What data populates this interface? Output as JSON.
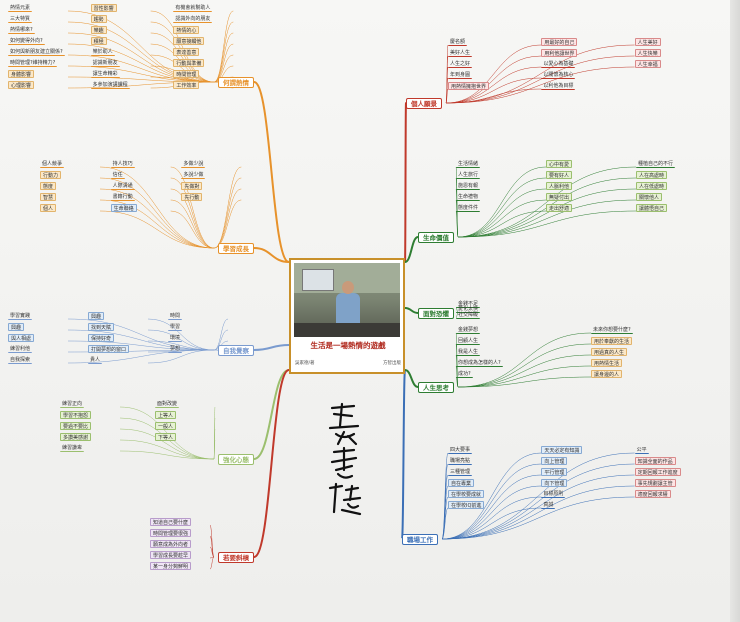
{
  "center": {
    "title": "生活是一場熱情的遊戲",
    "author": "吳家德/著",
    "publisher": "方智出版"
  },
  "signature": "吳家德",
  "branches": [
    {
      "label": "何謂熱情",
      "color": "#e7922b",
      "nodes": [
        {
          "t": "熱情元素",
          "k": "plain"
        },
        {
          "t": "三大特質",
          "k": "plain"
        },
        {
          "t": "熱情哪來?",
          "k": "plain"
        },
        {
          "t": "如何變得外向?",
          "k": "plain"
        },
        {
          "t": "如何與新朋友建立關係?",
          "k": "plain"
        },
        {
          "t": "時間管理?維持精力?",
          "k": "plain"
        },
        {
          "t": "身體影響",
          "k": "tan"
        },
        {
          "t": "心理影響",
          "k": "tan"
        },
        {
          "t": "習性影響",
          "k": "tan"
        },
        {
          "t": "趨勢",
          "k": "tan"
        },
        {
          "t": "樂趣",
          "k": "tan"
        },
        {
          "t": "積極",
          "k": "tan"
        },
        {
          "t": "樂於助人",
          "k": "plain"
        },
        {
          "t": "認識新朋友",
          "k": "plain"
        },
        {
          "t": "讓生命精彩",
          "k": "plain"
        },
        {
          "t": "多參加演講課程",
          "k": "plain"
        },
        {
          "t": "有機會就幫助人",
          "k": "plain"
        },
        {
          "t": "認識外向的朋友",
          "k": "plain"
        },
        {
          "t": "熱情的心",
          "k": "tan"
        },
        {
          "t": "願意接觸他",
          "k": "tan"
        },
        {
          "t": "表達善意",
          "k": "tan"
        },
        {
          "t": "行動與準備",
          "k": "tan"
        },
        {
          "t": "時間管理",
          "k": "tan"
        },
        {
          "t": "工作效率",
          "k": "tan"
        }
      ]
    },
    {
      "label": "學習成長",
      "color": "#e7922b",
      "nodes": [
        {
          "t": "個人競爭",
          "k": "plain"
        },
        {
          "t": "行動力",
          "k": "tan"
        },
        {
          "t": "態度",
          "k": "tan"
        },
        {
          "t": "智慧",
          "k": "tan"
        },
        {
          "t": "個人",
          "k": "tan"
        },
        {
          "t": "持人技巧",
          "k": "plain"
        },
        {
          "t": "信任",
          "k": "plain"
        },
        {
          "t": "人際溝通",
          "k": "plain"
        },
        {
          "t": "書籍行動",
          "k": "plain"
        },
        {
          "t": "生命聯絡",
          "k": "blu"
        },
        {
          "t": "多做少說",
          "k": "plain"
        },
        {
          "t": "多說少做",
          "k": "plain"
        },
        {
          "t": "先做對",
          "k": "tan"
        },
        {
          "t": "先行動",
          "k": "tan"
        }
      ]
    },
    {
      "label": "自我覺察",
      "color": "#7a9bcf",
      "nodes": [
        {
          "t": "學習實踐",
          "k": "plain"
        },
        {
          "t": "興趣",
          "k": "blu"
        },
        {
          "t": "與人相處",
          "k": "blu"
        },
        {
          "t": "練習利他",
          "k": "plain"
        },
        {
          "t": "自我探索",
          "k": "plain"
        },
        {
          "t": "興趣",
          "k": "blu"
        },
        {
          "t": "找到天賦",
          "k": "blu"
        },
        {
          "t": "保持好奇",
          "k": "blu"
        },
        {
          "t": "打開夢想的窗口",
          "k": "blu"
        },
        {
          "t": "貴人",
          "k": "plain"
        },
        {
          "t": "時間",
          "k": "plain"
        },
        {
          "t": "學習",
          "k": "plain"
        },
        {
          "t": "環境",
          "k": "plain"
        },
        {
          "t": "夢想",
          "k": "plain"
        }
      ]
    },
    {
      "label": "強化心態",
      "color": "#9bbf6e",
      "nodes": [
        {
          "t": "練習正向",
          "k": "plain"
        },
        {
          "t": "學習不抱怨",
          "k": "grn"
        },
        {
          "t": "要過不要比",
          "k": "grn"
        },
        {
          "t": "多讚美感謝",
          "k": "grn"
        },
        {
          "t": "練習謙卑",
          "k": "plain"
        },
        {
          "t": "面對改變",
          "k": "plain"
        },
        {
          "t": "上等人",
          "k": "grn"
        },
        {
          "t": "一般人",
          "k": "grn"
        },
        {
          "t": "下等人",
          "k": "grn"
        }
      ]
    },
    {
      "label": "若要斜槓",
      "color": "#c0392b",
      "nodes": [
        {
          "t": "知道自己要什麼",
          "k": "lav"
        },
        {
          "t": "時間管理要很強",
          "k": "lav"
        },
        {
          "t": "願意成為外向者",
          "k": "lav"
        },
        {
          "t": "學習成長要趁早",
          "k": "lav"
        },
        {
          "t": "某一身分夠鮮明",
          "k": "lav"
        }
      ]
    },
    {
      "label": "個人願景",
      "color": "#c0392b",
      "nodes": [
        {
          "t": "慶名額",
          "k": "plain"
        },
        {
          "t": "美好人生",
          "k": "plain"
        },
        {
          "t": "人生之好",
          "k": "plain"
        },
        {
          "t": "年到身圓",
          "k": "plain"
        },
        {
          "t": "用熱情擁抱世界",
          "k": "red"
        },
        {
          "t": "用最好的自己",
          "k": "red"
        },
        {
          "t": "用利他讓世界",
          "k": "red"
        },
        {
          "t": "以愛心為基礎",
          "k": "plain"
        },
        {
          "t": "以關懷為核心",
          "k": "plain"
        },
        {
          "t": "以利他為目標",
          "k": "plain"
        },
        {
          "t": "人生美好",
          "k": "red"
        },
        {
          "t": "人生快樂",
          "k": "red"
        },
        {
          "t": "人生幸福",
          "k": "red"
        }
      ]
    },
    {
      "label": "生命價值",
      "color": "#2e7d32",
      "nodes": [
        {
          "t": "生活情緒",
          "k": "plain"
        },
        {
          "t": "人生旅行",
          "k": "plain"
        },
        {
          "t": "施恩有報",
          "k": "plain"
        },
        {
          "t": "生命禮物",
          "k": "plain"
        },
        {
          "t": "態度件件",
          "k": "plain"
        },
        {
          "t": "心中有愛",
          "k": "grn"
        },
        {
          "t": "要有好人",
          "k": "grn"
        },
        {
          "t": "人脈利他",
          "k": "grn"
        },
        {
          "t": "無疑付出",
          "k": "grn"
        },
        {
          "t": "走出舒適",
          "k": "grn"
        },
        {
          "t": "種植自己的不行",
          "k": "plain"
        },
        {
          "t": "人在高處時",
          "k": "grn"
        },
        {
          "t": "人在低處時",
          "k": "grn"
        },
        {
          "t": "關懷他人",
          "k": "grn"
        },
        {
          "t": "讓體悟自己",
          "k": "grn"
        }
      ]
    },
    {
      "label": "面對恐懼",
      "color": "#2e7d32",
      "nodes": [
        {
          "t": "金錢不足",
          "k": "plain"
        },
        {
          "t": "愛化太快",
          "k": "plain"
        },
        {
          "t": "社交障礙",
          "k": "plain"
        }
      ]
    },
    {
      "label": "人生思考",
      "color": "#2e7d32",
      "nodes": [
        {
          "t": "金錢夢想",
          "k": "plain"
        },
        {
          "t": "回顧人生",
          "k": "plain"
        },
        {
          "t": "我是人生",
          "k": "plain"
        },
        {
          "t": "你想成為怎樣的人?",
          "k": "plain"
        },
        {
          "t": "成功?",
          "k": "plain"
        },
        {
          "t": "未來你想要什麼?",
          "k": "plain"
        },
        {
          "t": "用於奉獻的生活",
          "k": "tan"
        },
        {
          "t": "用過真的人生",
          "k": "tan"
        },
        {
          "t": "用熱情生活",
          "k": "tan"
        },
        {
          "t": "讓身邊的人",
          "k": "tan"
        }
      ]
    },
    {
      "label": "職場工作",
      "color": "#3b6fb6",
      "nodes": [
        {
          "t": "四大要事",
          "k": "plain"
        },
        {
          "t": "職場亮點",
          "k": "plain"
        },
        {
          "t": "三種管理",
          "k": "plain"
        },
        {
          "t": "自在專業",
          "k": "blu"
        },
        {
          "t": "在學校要成就",
          "k": "blu"
        },
        {
          "t": "在學校IQ前進",
          "k": "blu"
        },
        {
          "t": "天天必定有知識",
          "k": "blu"
        },
        {
          "t": "向上管理",
          "k": "blu"
        },
        {
          "t": "平行管理",
          "k": "blu"
        },
        {
          "t": "向下管理",
          "k": "blu"
        },
        {
          "t": "目標原則",
          "k": "plain"
        },
        {
          "t": "真誠",
          "k": "plain"
        },
        {
          "t": "公平",
          "k": "plain"
        },
        {
          "t": "知識全面的作品",
          "k": "red"
        },
        {
          "t": "定期回報工作進度",
          "k": "red"
        },
        {
          "t": "事先規劃讓主管",
          "k": "red"
        },
        {
          "t": "適度回報求權",
          "k": "red"
        }
      ]
    }
  ]
}
